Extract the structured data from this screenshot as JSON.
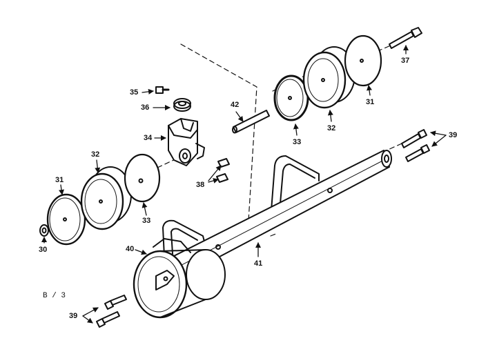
{
  "colors": {
    "ink": "#111111",
    "paper": "#ffffff"
  },
  "callouts": {
    "n30": "30",
    "n31_left": "31",
    "n32_left": "32",
    "n33_left": "33",
    "n34": "34",
    "n35": "35",
    "n36": "36",
    "n38": "38",
    "n42": "42",
    "n33_right": "33",
    "n32_right": "32",
    "n31_right": "31",
    "n37": "37",
    "n39_top": "39",
    "n40": "40",
    "n41": "41",
    "n39_bottom": "39"
  },
  "note": "B / 3"
}
